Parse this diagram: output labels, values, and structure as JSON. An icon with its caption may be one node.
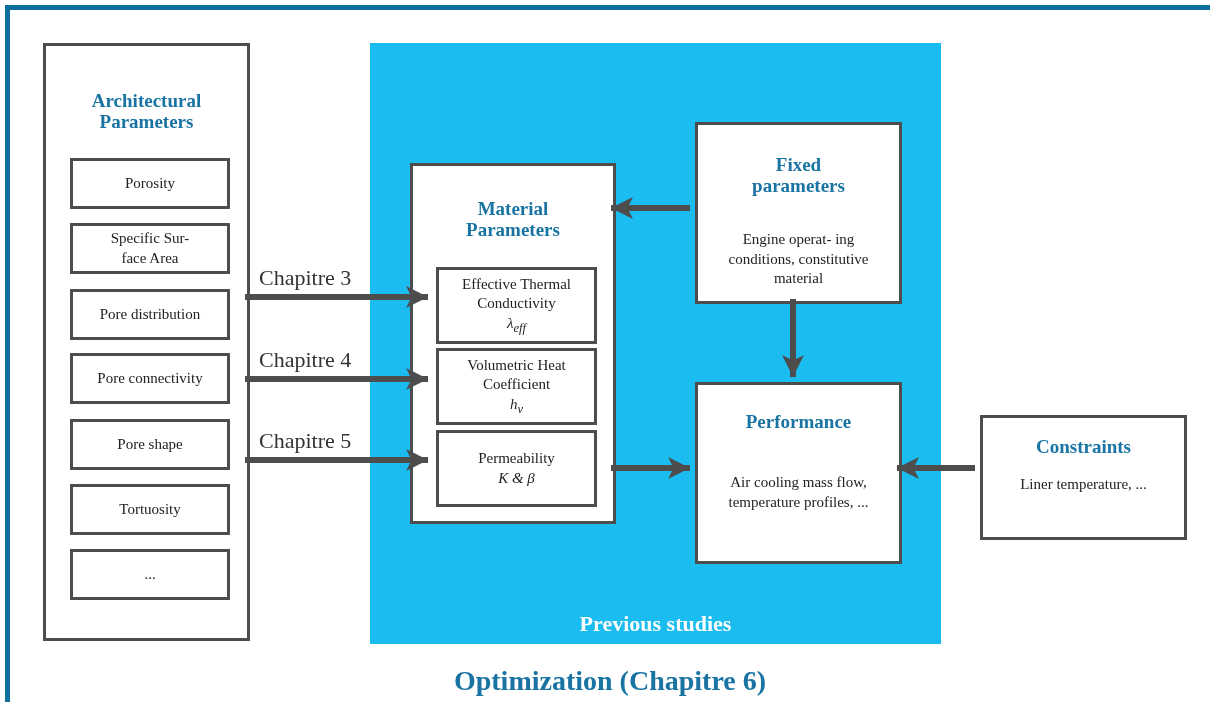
{
  "diagram": {
    "nodes": [
      {
        "text": [
          "Optimization (Chapitre 6)"
        ]
      },
      {
        "text": [
          "Architectural Parameters"
        ],
        "in": 0
      },
      {
        "text": [
          "Porosity"
        ],
        "in": 1
      },
      {
        "text": [
          "Specific Sur- face Area"
        ],
        "in": 1
      },
      {
        "text": [
          "Pore distribution"
        ],
        "in": 1
      },
      {
        "text": [
          "Pore connectivity"
        ],
        "in": 1
      },
      {
        "text": [
          "Pore shape"
        ],
        "in": 1
      },
      {
        "text": [
          "Tortuosity"
        ],
        "in": 1
      },
      {
        "text": [
          "..."
        ],
        "in": 1
      },
      {
        "text": [
          "Previous studies"
        ],
        "in": 0
      },
      {
        "text": [
          "Material Parameters"
        ],
        "in": 9
      },
      {
        "text": [
          "Effective Thermal Conductivity",
          "λ$_{eff}$"
        ],
        "in": 10
      },
      {
        "text": [
          "Volumetric Heat Coefficient",
          "h$_{v}$"
        ],
        "in": 10
      },
      {
        "text": [
          "Permeability",
          "K & β"
        ],
        "in": 10
      },
      {
        "text": [
          "Fixed parameters",
          "Engine operat- ing conditions, constitutive material"
        ],
        "in": 9
      },
      {
        "text": [
          "Performance",
          "Air cooling mass flow, temperature profiles, ..."
        ],
        "in": 9
      },
      {
        "text": [
          "Constraints",
          "Liner temperature, ..."
        ],
        "in": 0
      }
    ],
    "edges": [
      {
        "from": 1,
        "to": 11,
        "arrow": "to",
        "label": "Chapitre 3"
      },
      {
        "from": 1,
        "to": 12,
        "arrow": "to",
        "label": "Chapitre 4"
      },
      {
        "from": 1,
        "to": 13,
        "arrow": "to",
        "label": "Chapitre 5"
      },
      {
        "from": 14,
        "to": 10,
        "arrow": "to"
      },
      {
        "from": 14,
        "to": 15,
        "arrow": "to"
      },
      {
        "from": 10,
        "to": 15,
        "arrow": "to"
      },
      {
        "from": 16,
        "to": 15,
        "arrow": "to"
      }
    ]
  }
}
